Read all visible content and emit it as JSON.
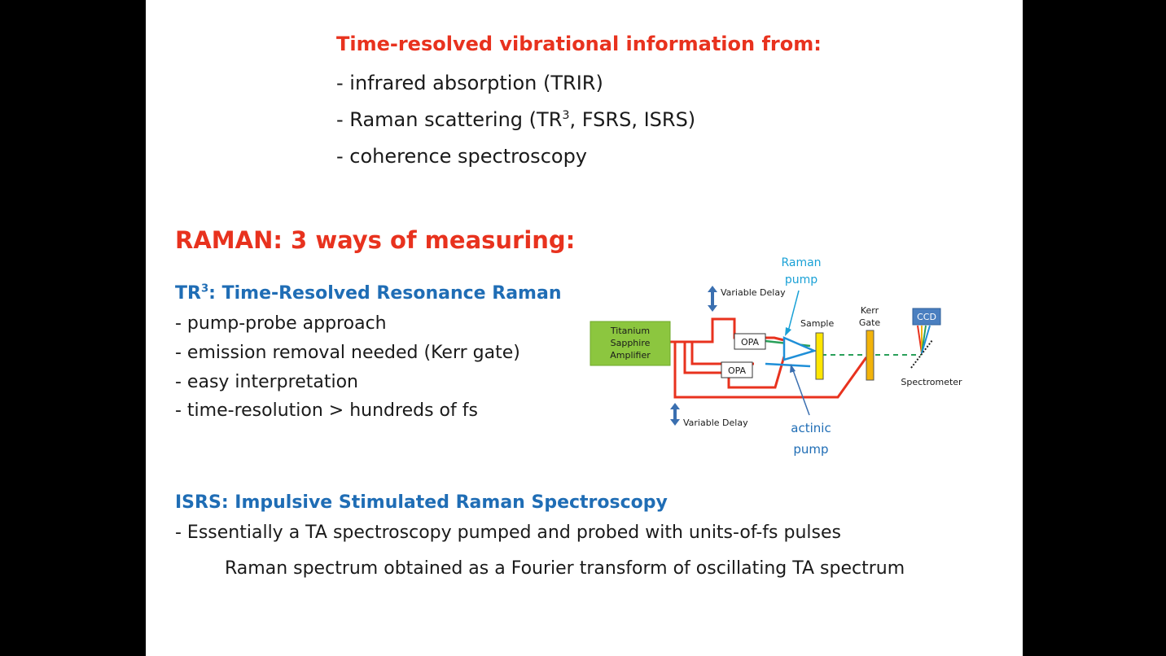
{
  "section1": {
    "heading": "Time-resolved vibrational information from:",
    "items": [
      "- infrared absorption (TRIR)",
      "- Raman scattering (TR",
      "3",
      ", FSRS, ISRS)",
      "- coherence spectroscopy"
    ]
  },
  "section2": {
    "heading": "RAMAN: 3 ways of measuring:"
  },
  "tr3": {
    "heading_pre": "TR",
    "heading_sup": "3",
    "heading_post": ": Time-Resolved Resonance Raman",
    "items": [
      "- pump-probe approach",
      "- emission removal needed (Kerr gate)",
      "- easy interpretation",
      "- time-resolution > hundreds of fs"
    ]
  },
  "isrs": {
    "heading": "ISRS: Impulsive Stimulated Raman Spectroscopy",
    "item": "- Essentially a TA spectroscopy pumped and probed with units-of-fs pulses",
    "note": "Raman spectrum obtained as a Fourier transform of oscillating TA spectrum"
  },
  "diagram": {
    "laser_line1": "Titanium",
    "laser_line2": "Sapphire",
    "laser_line3": "Amplifier",
    "variable_delay_top": "Variable Delay",
    "variable_delay_bottom": "Variable Delay",
    "opa_top": "OPA",
    "opa_bottom": "OPA",
    "raman_pump_line1": "Raman",
    "raman_pump_line2": "pump",
    "actinic_pump_line1": "actinic",
    "actinic_pump_line2": "pump",
    "sample": "Sample",
    "kerr_line1": "Kerr",
    "kerr_line2": "Gate",
    "ccd": "CCD",
    "spectrometer": "Spectrometer",
    "colors": {
      "beam_red": "#e8321e",
      "beam_blue": "#1f8fd8",
      "beam_green": "#2aa05a",
      "laser_box": "#8cc63f",
      "sample": "#ffe600",
      "kerr": "#f2b30a",
      "ccd": "#4a7fc0",
      "label_blue": "#1aa1d6"
    }
  }
}
